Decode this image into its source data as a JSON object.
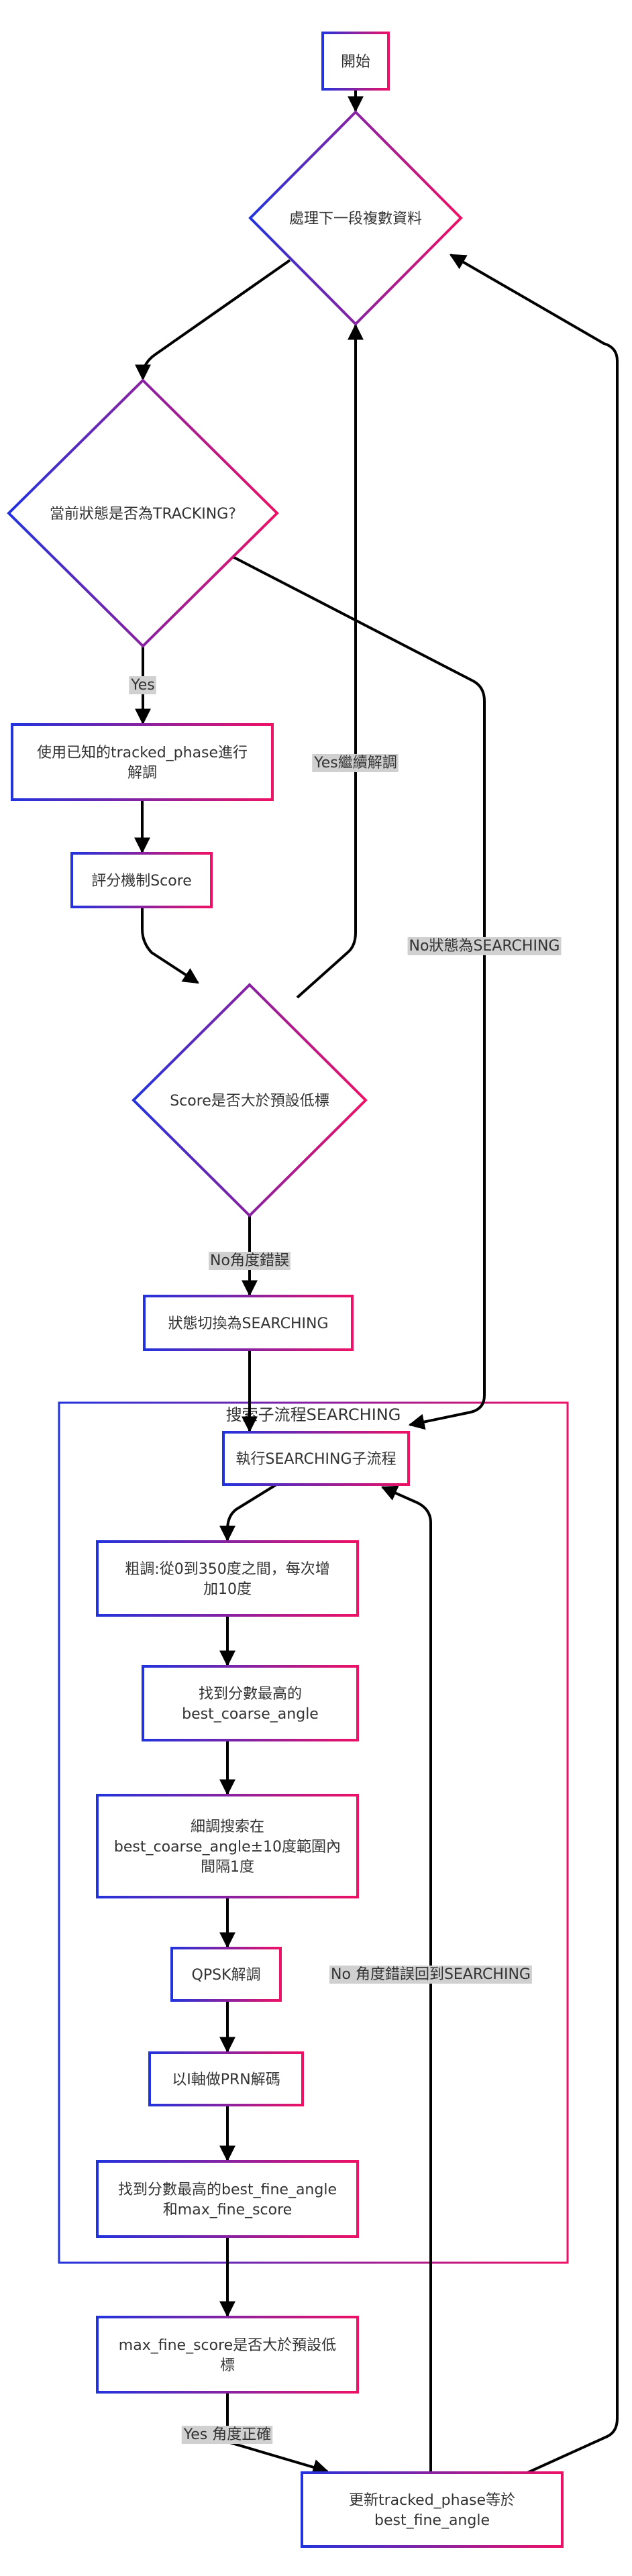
{
  "colors": {
    "gradient_start": "#2233dd",
    "gradient_end": "#ee1166",
    "edge": "#000000",
    "text": "#333333",
    "edge_label_bg": "#d0d0d0"
  },
  "nodes": {
    "start": {
      "lines": [
        "開始"
      ]
    },
    "process_next": {
      "lines": [
        "處理下一段複數資料"
      ]
    },
    "is_tracking": {
      "lines": [
        "當前狀態是否為TRACKING?"
      ]
    },
    "demod_known": {
      "lines": [
        "使用已知的tracked_phase進行",
        "解調"
      ]
    },
    "score": {
      "lines": [
        "評分機制Score"
      ]
    },
    "score_check": {
      "lines": [
        "Score是否大於預設低標"
      ]
    },
    "switch_searching": {
      "lines": [
        "狀態切換為SEARCHING"
      ]
    },
    "exec_searching": {
      "lines": [
        "執行SEARCHING子流程"
      ]
    },
    "coarse": {
      "lines": [
        "粗調:從0到350度之間，每次增",
        "加10度"
      ]
    },
    "best_coarse": {
      "lines": [
        "找到分數最高的",
        "best_coarse_angle"
      ]
    },
    "fine_search": {
      "lines": [
        "細調搜索在",
        "best_coarse_angle±10度範圍內",
        "間隔1度"
      ]
    },
    "qpsk": {
      "lines": [
        "QPSK解調"
      ]
    },
    "prn": {
      "lines": [
        "以I軸做PRN解碼"
      ]
    },
    "best_fine": {
      "lines": [
        "找到分數最高的best_fine_angle",
        "和max_fine_score"
      ]
    },
    "max_fine_check": {
      "lines": [
        "max_fine_score是否大於預設低",
        "標"
      ]
    },
    "update_phase": {
      "lines": [
        "更新tracked_phase等於",
        "best_fine_angle"
      ]
    }
  },
  "cluster": {
    "title": "搜索子流程SEARCHING"
  },
  "edge_labels": {
    "yes": "Yes",
    "yes_continue": "Yes繼續解調",
    "no_state_searching": "No狀態為SEARCHING",
    "no_angle_error": "No角度錯誤",
    "no_angle_error_back": "No 角度錯誤回到SEARCHING",
    "yes_angle_correct": "Yes 角度正確"
  }
}
